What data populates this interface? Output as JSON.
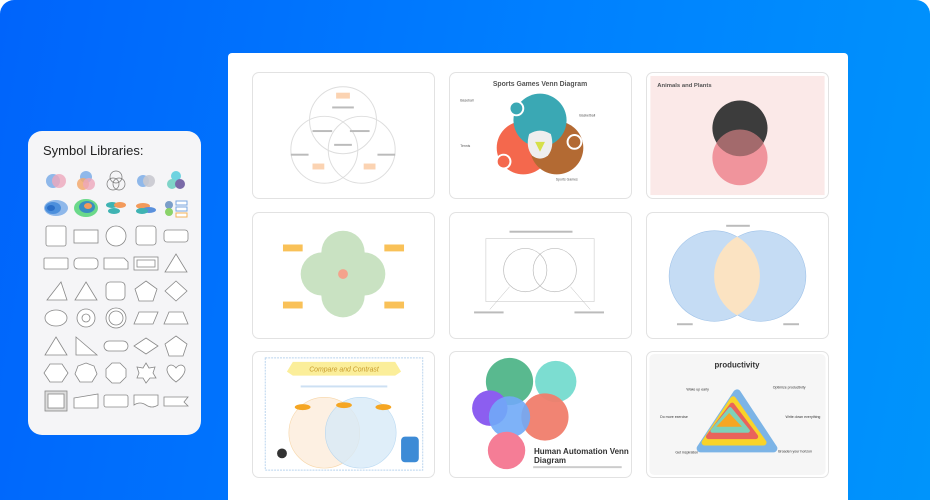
{
  "symbol_libraries": {
    "title": "Symbol Libraries:",
    "items": [
      "venn-2",
      "venn-3-color",
      "venn-3-outline",
      "venn-2-gray",
      "venn-3-teal",
      "nested-ovals",
      "concentric-ovals",
      "stacked-ellipses-1",
      "stacked-ellipses-2",
      "tree-blocks",
      "square",
      "rectangle",
      "circle",
      "rounded-square",
      "rounded-rectangle",
      "wide-rectangle",
      "rounded-wide-rectangle",
      "snipped-rectangle",
      "framed-rectangle",
      "triangle",
      "right-triangle",
      "triangle-2",
      "rounded-square-2",
      "pentagon",
      "diamond",
      "ellipse",
      "ring",
      "double-circle",
      "parallelogram",
      "trapezoid",
      "triangle-3",
      "right-triangle-2",
      "pill",
      "diamond-2",
      "pentagon-2",
      "hexagon",
      "heptagon",
      "octagon",
      "star",
      "heart",
      "bevel-square",
      "slanted-rectangle",
      "rounded-rectangle-2",
      "wave-rectangle",
      "pennant"
    ]
  },
  "templates": [
    {
      "title": ""
    },
    {
      "title": "Sports Games Venn Diagram",
      "labels": [
        "Baseball",
        "Basketball",
        "Tennis",
        "Sports Games"
      ]
    },
    {
      "title": "Animals and Plants"
    },
    {
      "title": ""
    },
    {
      "title": ""
    },
    {
      "title": ""
    },
    {
      "title": "Compare and Contrast"
    },
    {
      "title": "Human Automation Venn Diagram"
    },
    {
      "title": "productivity",
      "labels": [
        "Wake up early",
        "Optimize productivity",
        "Do more exercise",
        "Write down everything",
        "Get inspiration",
        "Broaden your horizon"
      ]
    }
  ],
  "colors": {
    "background_start": "#0064fb",
    "background_end": "#0094fb",
    "panel": "#ffffff",
    "library": "#f5f5f7"
  }
}
